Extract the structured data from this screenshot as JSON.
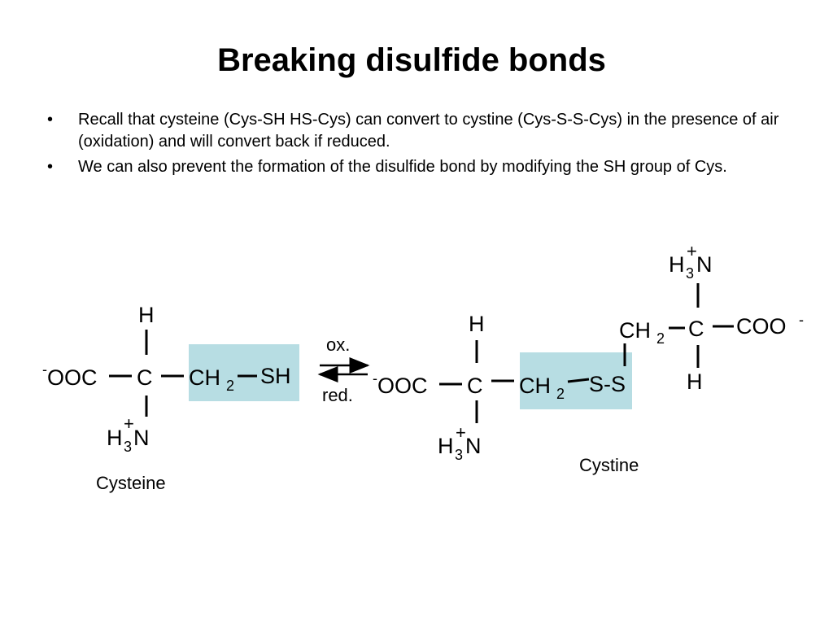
{
  "slide": {
    "title": "Breaking disulfide bonds",
    "bullet_marker": "•",
    "bullets": [
      "Recall that cysteine (Cys-SH HS-Cys) can convert to cystine (Cys-S-S-Cys) in the presence of air (oxidation) and will convert back if reduced.",
      "We can also prevent the formation of the disulfide bond by modifying the SH group of Cys."
    ]
  },
  "diagram": {
    "highlight_color": "#b7dde3",
    "cysteine": {
      "H": "H",
      "neg": "-",
      "OOC": "OOC",
      "C": "C",
      "CH": "CH",
      "sub2": "2",
      "SH": "SH",
      "amine_plus": "+",
      "amine_H": "H",
      "amine_3": "3",
      "amine_N": "N",
      "label": "Cysteine"
    },
    "arrows": {
      "ox": "ox.",
      "red": "red."
    },
    "cystine": {
      "H_top": "H",
      "neg": "-",
      "OOC": "OOC",
      "C": "C",
      "CH": "CH",
      "sub2": "2",
      "SS": "S-S",
      "amine_plus": "+",
      "amine_H": "H",
      "amine_3": "3",
      "amine_N": "N",
      "right_amine_plus": "+",
      "right_amine_H": "H",
      "right_amine_3": "3",
      "right_amine_N": "N",
      "right_CH": "CH",
      "right_sub2": "2",
      "right_C": "C",
      "right_COO": "COO",
      "right_neg": "-",
      "right_H": "H",
      "label": "Cystine"
    }
  }
}
